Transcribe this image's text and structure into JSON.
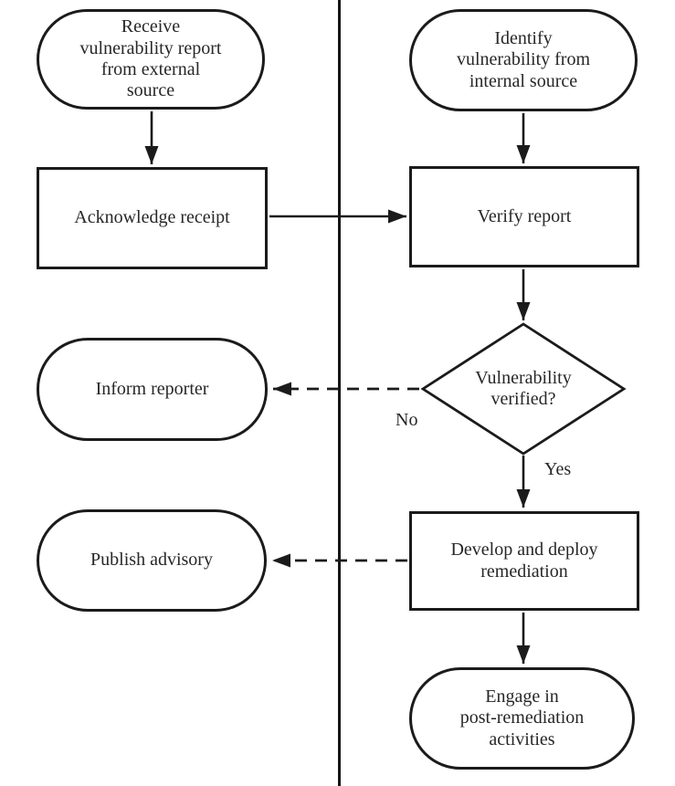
{
  "diagram": {
    "title": "Vulnerability handling process flowchart",
    "nodes": {
      "receive_external": "Receive\nvulnerability report\nfrom external\nsource",
      "acknowledge": "Acknowledge receipt",
      "identify_internal": "Identify\nvulnerability from\ninternal source",
      "verify": "Verify report",
      "decision": "Vulnerability\nverified?",
      "inform": "Inform reporter",
      "develop": "Develop and deploy\nremediation",
      "publish": "Publish advisory",
      "engage": "Engage in\npost-remediation\nactivities"
    },
    "edge_labels": {
      "no": "No",
      "yes": "Yes"
    },
    "colors": {
      "ink": "#1b1b1b",
      "text": "#272727",
      "background": "#ffffff"
    }
  }
}
